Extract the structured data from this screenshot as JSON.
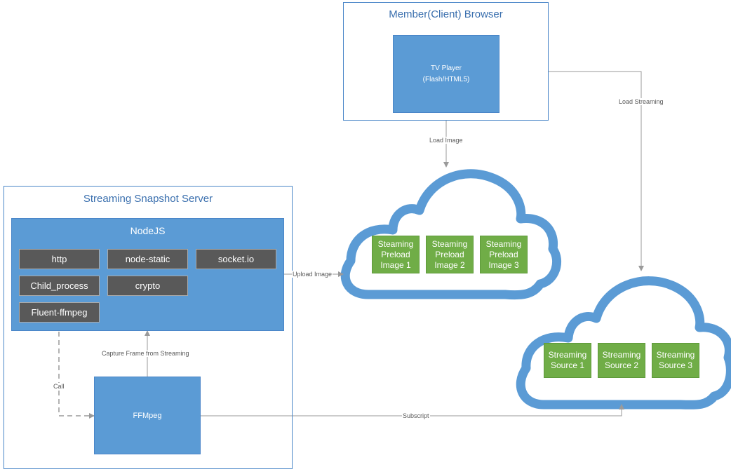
{
  "browser": {
    "title": "Member(Client) Browser",
    "tv_player": {
      "line1": "TV Player",
      "line2": "(Flash/HTML5)"
    }
  },
  "server": {
    "title": "Streaming Snapshot Server",
    "nodejs": {
      "title": "NodeJS",
      "modules": [
        "http",
        "node-static",
        "socket.io",
        "Child_process",
        "crypto",
        "Fluent-ffmpeg"
      ]
    },
    "ffmpeg": "FFMpeg"
  },
  "preload_cloud": {
    "items": [
      {
        "line1": "Steaming",
        "line2": "Preload",
        "line3": "Image 1"
      },
      {
        "line1": "Steaming",
        "line2": "Preload",
        "line3": "Image 2"
      },
      {
        "line1": "Steaming",
        "line2": "Preload",
        "line3": "Image 3"
      }
    ]
  },
  "source_cloud": {
    "items": [
      {
        "line1": "Streaming",
        "line2": "Source 1"
      },
      {
        "line1": "Streaming",
        "line2": "Source 2"
      },
      {
        "line1": "Streaming",
        "line2": "Source 3"
      }
    ]
  },
  "connectors": {
    "load_image": "Load Image",
    "load_streaming": "Load Streaming",
    "upload_image": "Upload Image",
    "capture_frame": "Capture Frame from Streaming",
    "call": "Call",
    "subscript": "Subscript"
  },
  "colors": {
    "frame_border": "#4a86c8",
    "box_blue": "#5b9bd5",
    "module_gray": "#595959",
    "item_green": "#70ad47",
    "cloud_blue": "#5b9bd5",
    "connector": "#9a9a9a"
  }
}
